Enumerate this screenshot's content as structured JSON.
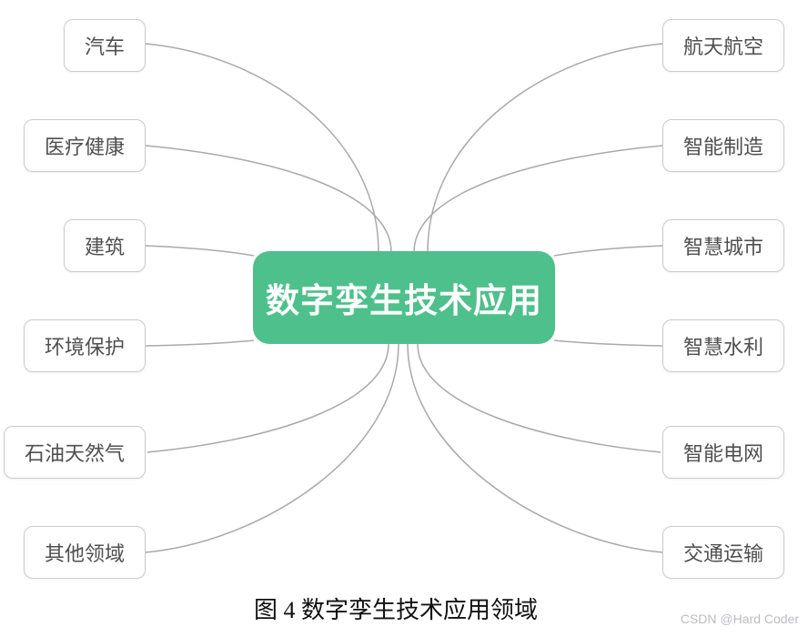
{
  "diagram": {
    "center": {
      "label": "数字孪生技术应用",
      "fill_color": "#4ec08b",
      "text_color": "#ffffff"
    },
    "left_nodes": [
      {
        "label": "汽车"
      },
      {
        "label": "医疗健康"
      },
      {
        "label": "建筑"
      },
      {
        "label": "环境保护"
      },
      {
        "label": "石油天然气"
      },
      {
        "label": "其他领域"
      }
    ],
    "right_nodes": [
      {
        "label": "航天航空"
      },
      {
        "label": "智能制造"
      },
      {
        "label": "智慧城市"
      },
      {
        "label": "智慧水利"
      },
      {
        "label": "智能电网"
      },
      {
        "label": "交通运输"
      }
    ],
    "connector_color": "#a9a9a9",
    "node_border_color": "#cbcbcb",
    "node_text_color": "#4f4f4f"
  },
  "caption": "图 4  数字孪生技术应用领域",
  "watermark": "CSDN @Hard Coder"
}
